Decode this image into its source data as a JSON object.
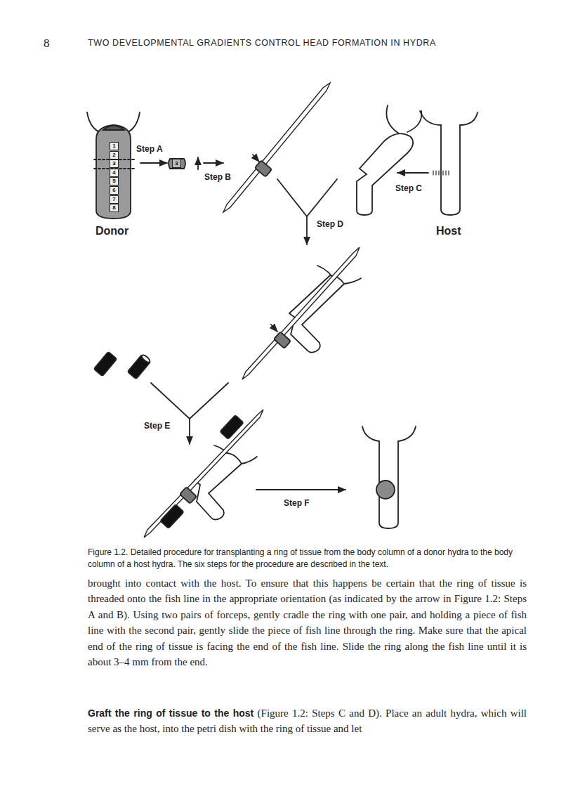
{
  "diagram": {
    "caption": "Figure 1.2. Detailed procedure for transplanting a ring of tissue from the body column of a donor hydra to the body column of a host hydra. The six steps for the procedure are described in the text.",
    "nodes": [
      {
        "text": [
          "1"
        ]
      },
      {
        "text": [
          "2"
        ]
      },
      {
        "text": [
          "3"
        ]
      },
      {
        "text": [
          "4"
        ]
      },
      {
        "text": [
          "5"
        ]
      },
      {
        "text": [
          "6"
        ]
      },
      {
        "text": [
          "7"
        ]
      },
      {
        "text": [
          "8"
        ]
      },
      {
        "text": [
          "3"
        ]
      }
    ],
    "labels": [
      "8",
      "TWO DEVELOPMENTAL GRADIENTS CONTROL HEAD FORMATION IN HYDRA",
      "Step A",
      "Step B",
      "Step C",
      "Donor",
      "Step D",
      "Host",
      "Step E",
      "Step F",
      "brought into contact with the host. To ensure that this happens be certain that the ring of tissue is threaded onto the fish line in the appropriate orientation (as indicated by the arrow in Figure 1.2: Steps A and B). Using two pairs of forceps, gently cradle the ring with one pair, and holding a piece of fish line with the second pair, gently slide the piece of fish line through the ring. Make sure that the apical end of the ring of tissue is facing the end of the fish line. Slide the ring along the fish line until it is about 3–4 mm from the end.",
      "Graft the ring of tissue to the host",
      "(Figure 1.2: Steps C and D). Place an adult hydra, which will serve as the host, into the petri dish with the ring of tissue and let"
    ]
  }
}
